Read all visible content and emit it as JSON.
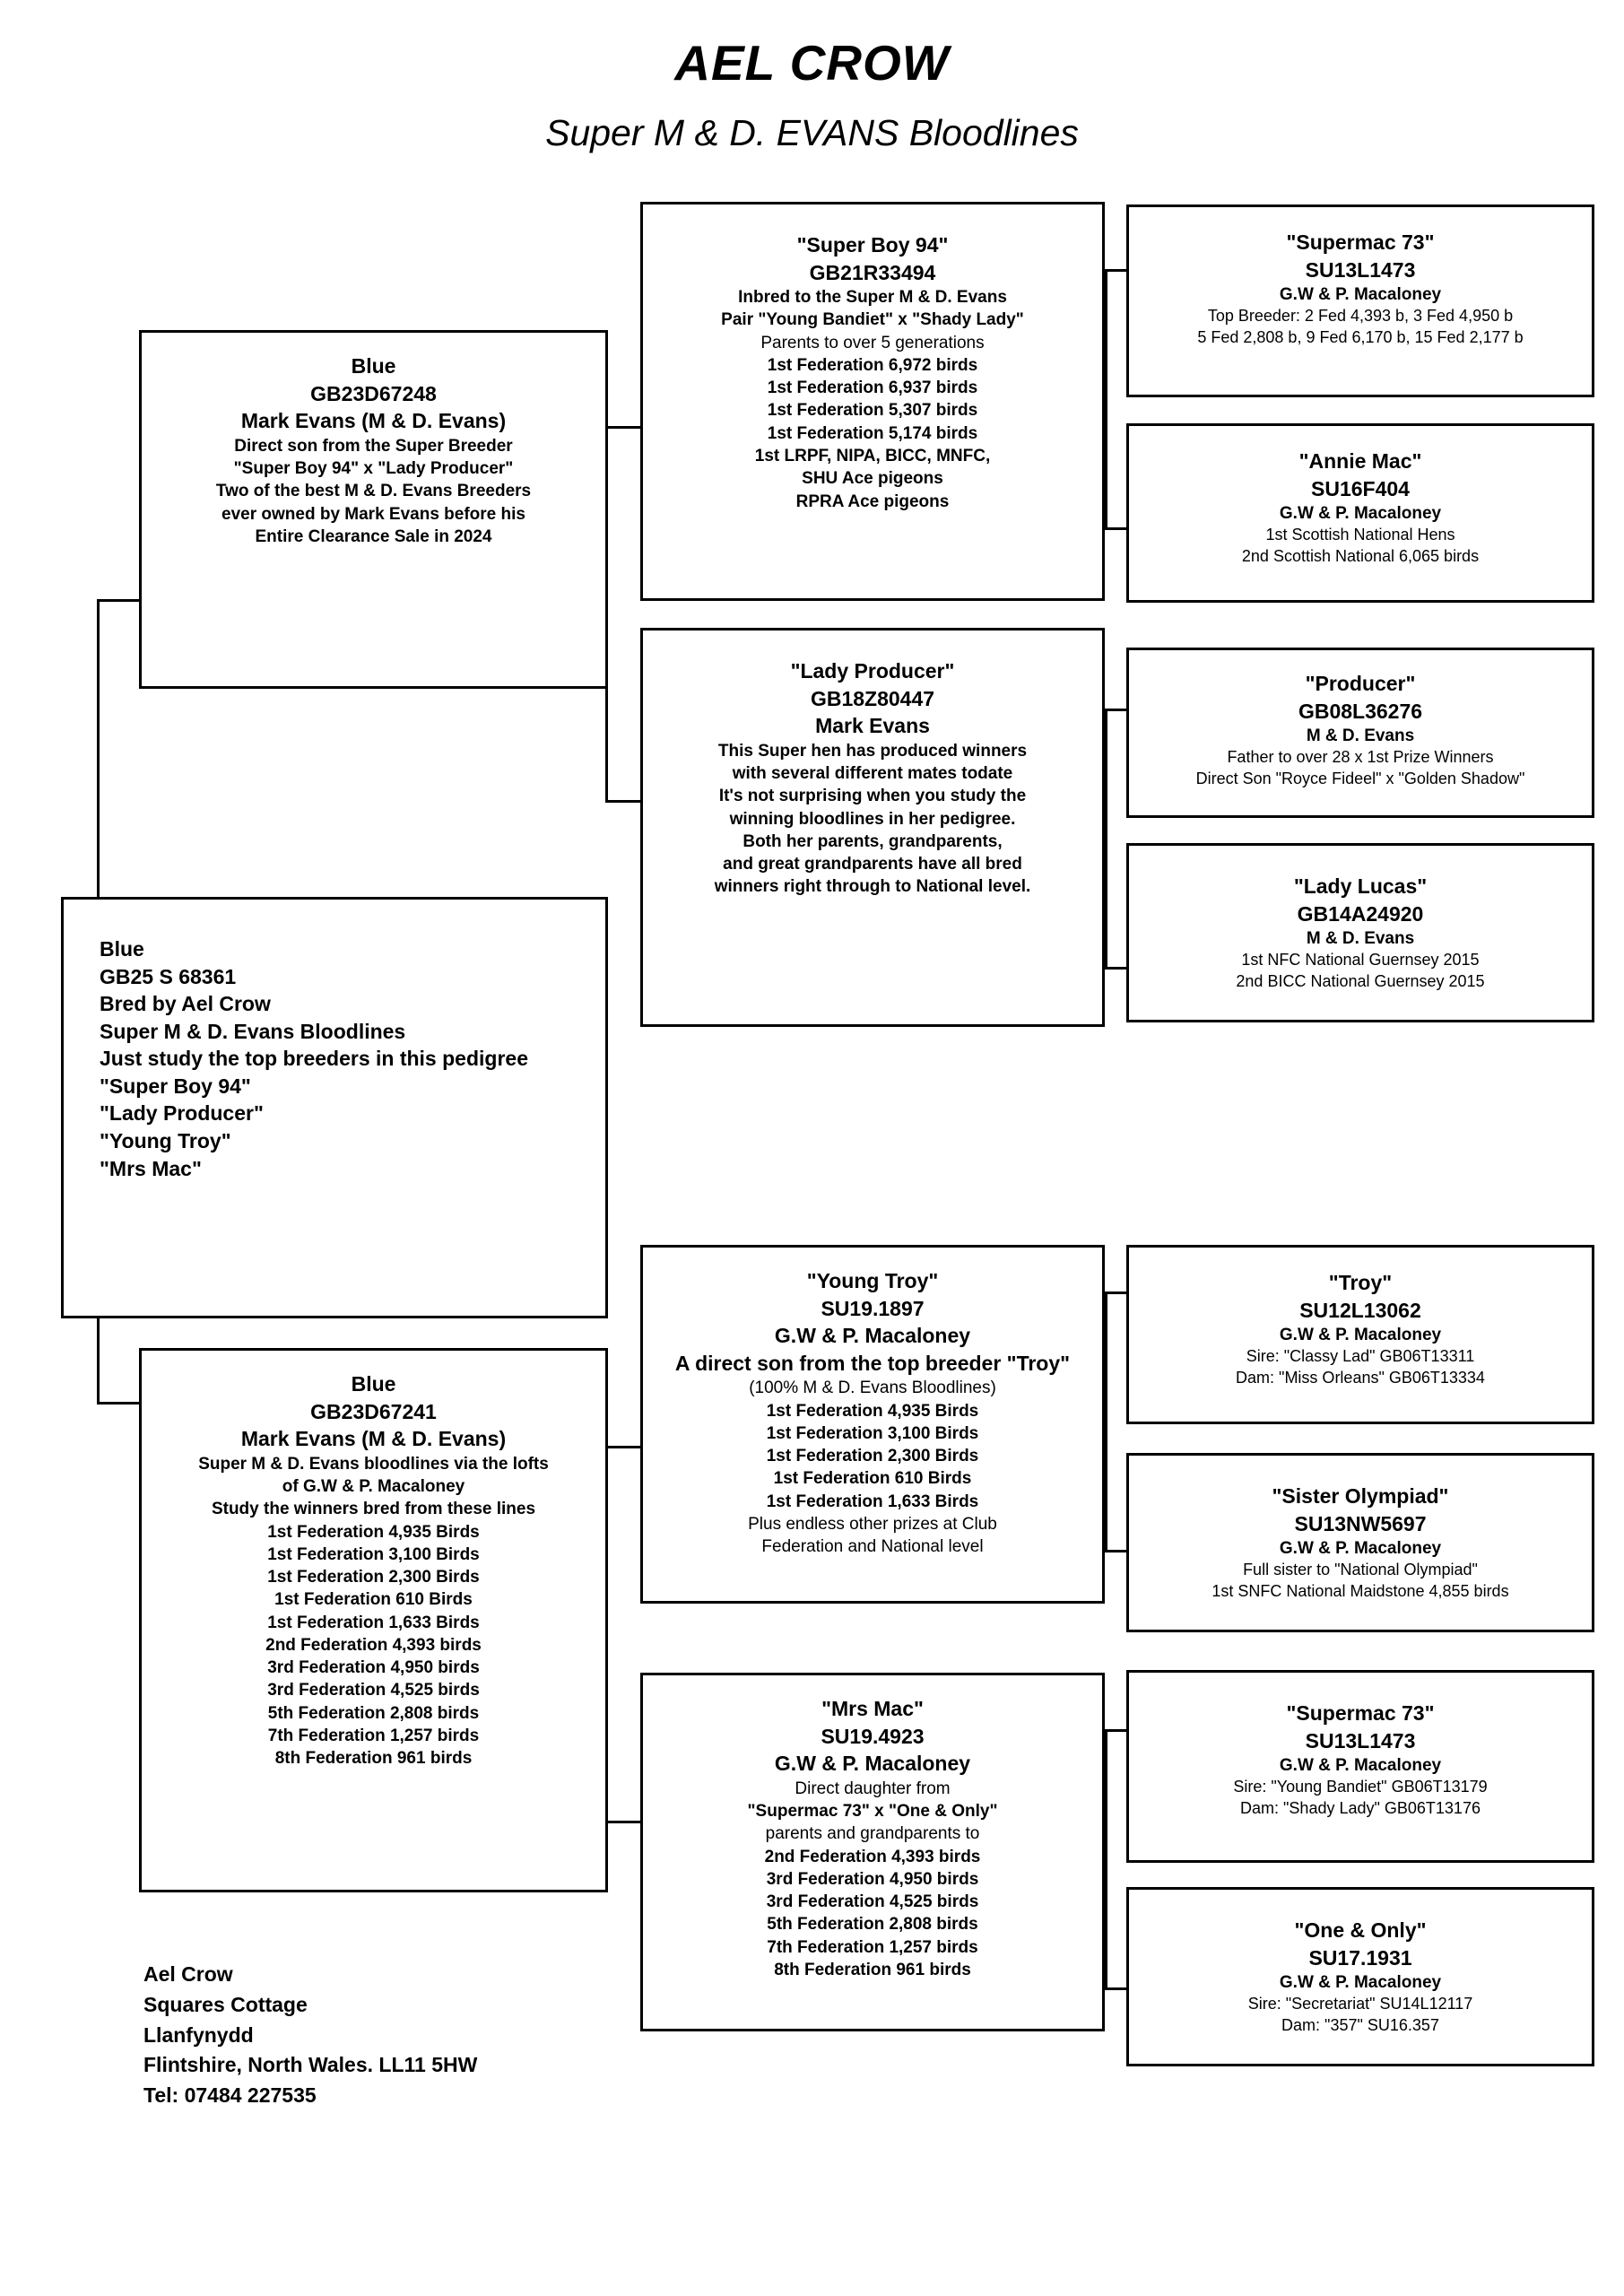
{
  "header": {
    "title": "AEL CROW",
    "subtitle": "Super M & D. EVANS Bloodlines"
  },
  "subject": {
    "color": "Blue",
    "ring": "GB25 S 68361",
    "bred_by": "Bred by Ael Crow",
    "bloodlines": "Super M & D. Evans Bloodlines",
    "note": "Just study the top breeders in this pedigree",
    "breeder_1": "\"Super Boy 94\"",
    "breeder_2": "\"Lady Producer\"",
    "breeder_3": "\"Young Troy\"",
    "breeder_4": "\"Mrs Mac\""
  },
  "sire": {
    "color": "Blue",
    "ring": "GB23D67248",
    "owner": "Mark Evans (M & D. Evans)",
    "line_1": "Direct son from the Super Breeder",
    "line_2": "\"Super Boy 94\" x \"Lady Producer\"",
    "line_3": "Two of the best M & D. Evans Breeders",
    "line_4": "ever owned by Mark Evans before his",
    "line_5": "Entire Clearance Sale in 2024"
  },
  "dam": {
    "color": "Blue",
    "ring": "GB23D67241",
    "owner": "Mark Evans (M & D. Evans)",
    "line_1": "Super M & D. Evans bloodlines via the lofts",
    "line_2": "of G.W & P. Macaloney",
    "line_3": "Study the winners bred from these lines",
    "results": [
      "1st Federation 4,935 Birds",
      "1st Federation 3,100 Birds",
      "1st Federation 2,300 Birds",
      "1st Federation 610 Birds",
      "1st Federation 1,633 Birds",
      "2nd Federation 4,393 birds",
      "3rd Federation 4,950 birds",
      "3rd Federation 4,525 birds",
      "5th Federation 2,808 birds",
      "7th Federation 1,257 birds",
      "8th Federation 961 birds"
    ]
  },
  "sire_sire": {
    "name": "\"Super Boy 94\"",
    "ring": "GB21R33494",
    "line_1": "Inbred to the Super M & D. Evans",
    "line_2": "Pair \"Young Bandiet\" x \"Shady Lady\"",
    "line_3": "Parents to over 5 generations",
    "results": [
      "1st Federation 6,972 birds",
      "1st Federation 6,937 birds",
      "1st Federation 5,307 birds",
      "1st Federation 5,174 birds",
      "1st LRPF, NIPA, BICC, MNFC,",
      "SHU Ace pigeons",
      "RPRA Ace pigeons"
    ]
  },
  "sire_dam": {
    "name": "\"Lady Producer\"",
    "ring": "GB18Z80447",
    "owner": "Mark Evans",
    "line_1": "This Super hen has produced winners",
    "line_2": "with several different mates todate",
    "line_3": "It's not surprising when you study the",
    "line_4": "winning bloodlines in her pedigree.",
    "line_5": "Both her parents, grandparents,",
    "line_6": "and great grandparents have all bred",
    "line_7": "winners right through to National level."
  },
  "dam_sire": {
    "name": "\"Young Troy\"",
    "ring": "SU19.1897",
    "owner": "G.W & P. Macaloney",
    "line_1": "A direct son from the top breeder \"Troy\"",
    "line_2": "(100% M & D. Evans Bloodlines)",
    "results": [
      "1st Federation 4,935 Birds",
      "1st Federation 3,100 Birds",
      "1st Federation 2,300 Birds",
      "1st Federation 610 Birds",
      "1st Federation 1,633 Birds"
    ],
    "line_3": "Plus endless other prizes at Club",
    "line_4": "Federation and National level"
  },
  "dam_dam": {
    "name": "\"Mrs Mac\"",
    "ring": "SU19.4923",
    "owner": "G.W & P. Macaloney",
    "line_1": "Direct daughter from",
    "line_2": "\"Supermac 73\" x \"One & Only\"",
    "line_3": "parents and grandparents to",
    "results": [
      "2nd Federation 4,393 birds",
      "3rd Federation 4,950 birds",
      "3rd Federation 4,525 birds",
      "5th Federation 2,808 birds",
      "7th Federation 1,257 birds",
      "8th Federation 961 birds"
    ]
  },
  "gg1": {
    "name": "\"Supermac 73\"",
    "ring": "SU13L1473",
    "owner": "G.W & P. Macaloney",
    "line_1": "Top Breeder: 2 Fed 4,393 b, 3 Fed 4,950 b",
    "line_2": "5 Fed 2,808 b, 9 Fed 6,170 b, 15 Fed 2,177 b"
  },
  "gg2": {
    "name": "\"Annie Mac\"",
    "ring": "SU16F404",
    "owner": "G.W & P. Macaloney",
    "line_1": "1st Scottish National Hens",
    "line_2": "2nd Scottish National 6,065 birds"
  },
  "gg3": {
    "name": "\"Producer\"",
    "ring": "GB08L36276",
    "owner": "M & D. Evans",
    "line_1": "Father to over 28 x 1st Prize Winners",
    "line_2": "Direct Son \"Royce Fideel\" x \"Golden Shadow\""
  },
  "gg4": {
    "name": "\"Lady Lucas\"",
    "ring": "GB14A24920",
    "owner": "M & D. Evans",
    "line_1": "1st NFC National Guernsey 2015",
    "line_2": "2nd BICC National Guernsey 2015"
  },
  "gg5": {
    "name": "\"Troy\"",
    "ring": "SU12L13062",
    "owner": "G.W & P. Macaloney",
    "line_1": "Sire: \"Classy Lad\" GB06T13311",
    "line_2": "Dam: \"Miss Orleans\" GB06T13334"
  },
  "gg6": {
    "name": "\"Sister Olympiad\"",
    "ring": "SU13NW5697",
    "owner": "G.W & P. Macaloney",
    "line_1": "Full sister to \"National Olympiad\"",
    "line_2": "1st SNFC National Maidstone 4,855 birds"
  },
  "gg7": {
    "name": "\"Supermac 73\"",
    "ring": "SU13L1473",
    "owner": "G.W & P. Macaloney",
    "line_1": "Sire: \"Young Bandiet\" GB06T13179",
    "line_2": "Dam: \"Shady Lady\" GB06T13176"
  },
  "gg8": {
    "name": "\"One & Only\"",
    "ring": "SU17.1931",
    "owner": "G.W & P. Macaloney",
    "line_1": "Sire: \"Secretariat\" SU14L12117",
    "line_2": "Dam: \"357\"  SU16.357"
  },
  "footer": {
    "name": "Ael Crow",
    "address_1": "Squares Cottage",
    "address_2": "Llanfynydd",
    "address_3": "Flintshire, North Wales. LL11 5HW",
    "tel": "Tel: 07484 227535"
  }
}
